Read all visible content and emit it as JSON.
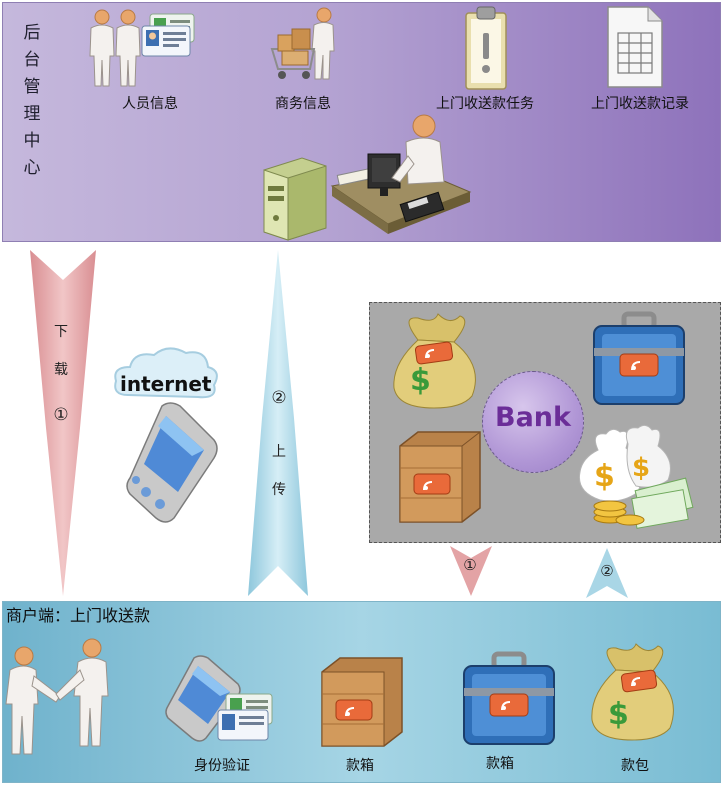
{
  "top_panel": {
    "title": "后台管理中心",
    "captions": {
      "personnel": "人员信息",
      "business": "商务信息",
      "task": "上门收送款任务",
      "record": "上门收送款记录"
    }
  },
  "arrows": {
    "download_text": "下载",
    "download_num": "①",
    "upload_text": "上传",
    "upload_num": "②",
    "bank_down_num": "①",
    "bank_up_num": "②"
  },
  "internet_label": "internet",
  "bank": {
    "label": "Bank"
  },
  "bottom_panel": {
    "title": "商户端：上门收送款",
    "captions": {
      "identity": "身份验证",
      "box1": "款箱",
      "box2": "款箱",
      "bag": "款包"
    }
  },
  "colors": {
    "top_panel": "#b4a3d2",
    "bottom_panel": "#a6d5e5",
    "bank_box": "#a9a9a9",
    "bank_text": "#6b2d98",
    "arrow_download": "#e3a3a5",
    "arrow_upload": "#a9d6e6"
  }
}
